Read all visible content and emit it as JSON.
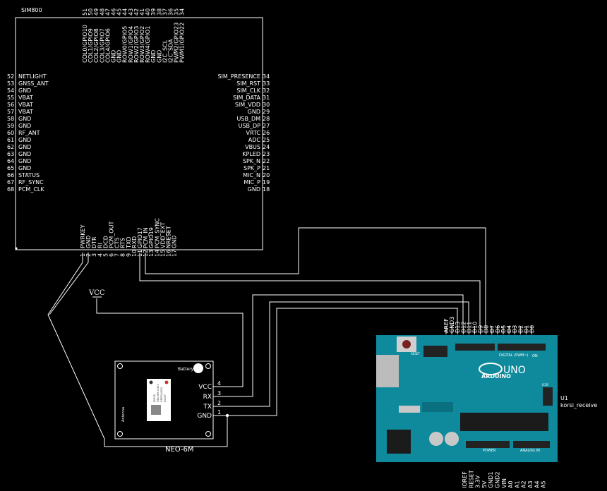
{
  "sim800": {
    "title": "SIM800",
    "top_pins": [
      {
        "num": "51",
        "name": "COL0/GPIO10"
      },
      {
        "num": "50",
        "name": "COL1/GPIO9"
      },
      {
        "num": "49",
        "name": "COL2/GPIO8"
      },
      {
        "num": "48",
        "name": "COL3/GPIO7"
      },
      {
        "num": "47",
        "name": "COL4/GPIO6"
      },
      {
        "num": "46",
        "name": "GND"
      },
      {
        "num": "45",
        "name": "GND"
      },
      {
        "num": "44",
        "name": "ROW0/GPIO5"
      },
      {
        "num": "43",
        "name": "ROW1/GPIO4"
      },
      {
        "num": "42",
        "name": "ROW2/GPIO3"
      },
      {
        "num": "41",
        "name": "ROW3/GPIO2"
      },
      {
        "num": "40",
        "name": "ROW4/GPIO1"
      },
      {
        "num": "39",
        "name": "GND"
      },
      {
        "num": "38",
        "name": "GND"
      },
      {
        "num": "37",
        "name": "I2C_SCL"
      },
      {
        "num": "36",
        "name": "I2C_SDA"
      },
      {
        "num": "35",
        "name": "PWM2/GPIO23"
      },
      {
        "num": "34",
        "name": "PWM1/GPIO22"
      }
    ],
    "left_pins": [
      {
        "num": "52",
        "name": "NETLIGHT"
      },
      {
        "num": "53",
        "name": "GNSS_ANT"
      },
      {
        "num": "54",
        "name": "GND"
      },
      {
        "num": "55",
        "name": "VBAT"
      },
      {
        "num": "56",
        "name": "VBAT"
      },
      {
        "num": "57",
        "name": "VBAT"
      },
      {
        "num": "58",
        "name": "GND"
      },
      {
        "num": "59",
        "name": "GND"
      },
      {
        "num": "60",
        "name": "RF_ANT"
      },
      {
        "num": "61",
        "name": "GND"
      },
      {
        "num": "62",
        "name": "GND"
      },
      {
        "num": "63",
        "name": "GND"
      },
      {
        "num": "64",
        "name": "GND"
      },
      {
        "num": "65",
        "name": "GND"
      },
      {
        "num": "66",
        "name": "STATUS"
      },
      {
        "num": "67",
        "name": "RF_SYNC"
      },
      {
        "num": "68",
        "name": "PCM_CLK"
      }
    ],
    "right_pins": [
      {
        "num": "34",
        "name": "SIM_PRESENCE"
      },
      {
        "num": "33",
        "name": "SIM_RST"
      },
      {
        "num": "32",
        "name": "SIM_CLK"
      },
      {
        "num": "31",
        "name": "SIM_DATA"
      },
      {
        "num": "30",
        "name": "SIM_VDD"
      },
      {
        "num": "29",
        "name": "GND"
      },
      {
        "num": "28",
        "name": "USB_DM"
      },
      {
        "num": "27",
        "name": "USB_DP"
      },
      {
        "num": "26",
        "name": "VRTC"
      },
      {
        "num": "25",
        "name": "ADC"
      },
      {
        "num": "24",
        "name": "VBUS"
      },
      {
        "num": "23",
        "name": "KPLED"
      },
      {
        "num": "22",
        "name": "SPK_N"
      },
      {
        "num": "21",
        "name": "SPK_P"
      },
      {
        "num": "20",
        "name": "MIC_N"
      },
      {
        "num": "19",
        "name": "MIC_P"
      },
      {
        "num": "18",
        "name": "GND"
      }
    ],
    "bottom_pins": [
      {
        "num": "1",
        "name": "PWRKEY"
      },
      {
        "num": "2",
        "name": "GND"
      },
      {
        "num": "3",
        "name": "DTR"
      },
      {
        "num": "4",
        "name": "RI"
      },
      {
        "num": "5",
        "name": "DCD"
      },
      {
        "num": "6",
        "name": "PCM_OUT"
      },
      {
        "num": "7",
        "name": "CTS"
      },
      {
        "num": "8",
        "name": "RTS"
      },
      {
        "num": "9",
        "name": "TXD"
      },
      {
        "num": "10",
        "name": "RXD"
      },
      {
        "num": "11",
        "name": "GPIO17"
      },
      {
        "num": "12",
        "name": "PCM_IN"
      },
      {
        "num": "13",
        "name": "GPIO19"
      },
      {
        "num": "14",
        "name": "PCM_SYNC"
      },
      {
        "num": "15",
        "name": "VDD_EXT"
      },
      {
        "num": "16",
        "name": "NRESET"
      },
      {
        "num": "17",
        "name": "GND"
      }
    ]
  },
  "vcc_label": "VCC",
  "neo6m": {
    "title": "NEO-6M",
    "battery_label": "Battery",
    "antenna_label": "Antenna",
    "chip_text": [
      "SIM28",
      "NEO-6M-0-001",
      "GEEP0L8OQ",
      "0001P"
    ],
    "pins": [
      {
        "num": "4",
        "name": "VCC"
      },
      {
        "num": "3",
        "name": "RX"
      },
      {
        "num": "2",
        "name": "TX"
      },
      {
        "num": "1",
        "name": "GND"
      }
    ]
  },
  "arduino": {
    "ref": "U1",
    "name": "korsi_receive",
    "top_pins": [
      "AREF",
      "GND3",
      "D13",
      "D12",
      "D11",
      "D10",
      "D9",
      "D8",
      "D7",
      "D6",
      "D5",
      "D4",
      "D3",
      "D2",
      "D1",
      "D0"
    ],
    "bottom_pins": [
      "IOREF",
      "RESET",
      "3.3V",
      "5V",
      "GND1",
      "GND2",
      "VIN",
      "A0",
      "A1",
      "A2",
      "A3",
      "A4",
      "A5"
    ],
    "board_logo": "UNO",
    "board_brand": "ARDUINO",
    "digital_label": "DIGITAL (PWM~)",
    "power_label": "POWER",
    "analog_label": "ANALOG IN",
    "aref_label": "AREF",
    "reset_label": "RESET",
    "icsp_label": "ICSP",
    "on_label": "ON",
    "colors": {
      "board": "#0f8a9d",
      "board_dark": "#0a6f7e",
      "header": "#222222"
    }
  }
}
